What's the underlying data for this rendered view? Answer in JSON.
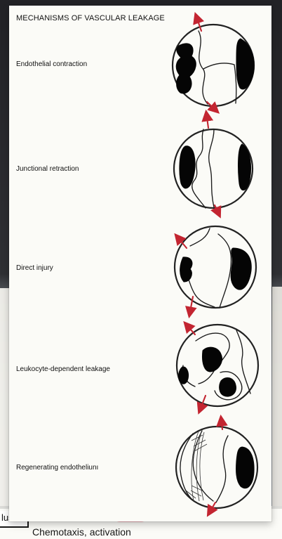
{
  "diagram": {
    "title": "MECHANISMS OF VASCULAR LEAKAGE",
    "mechanisms": [
      {
        "label": "Endothelial contraction"
      },
      {
        "label": "Junctional retraction"
      },
      {
        "label": "Direct injury"
      },
      {
        "label": "Leukocyte-dependent leakage"
      },
      {
        "label": "Regenerating endotheliunı"
      }
    ]
  },
  "background": {
    "left_label": "lus",
    "caption": "Chemotaxis, activation"
  },
  "colors": {
    "arrow": "#c32531",
    "slide": "#fbfbf7",
    "ink": "#111111"
  }
}
